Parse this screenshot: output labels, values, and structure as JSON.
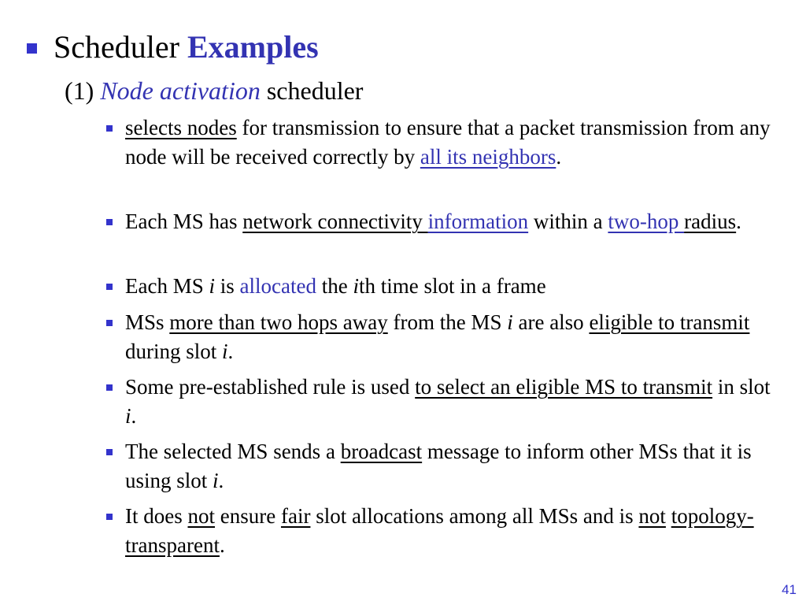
{
  "title": {
    "prefix": "Scheduler ",
    "emphasis": "Examples"
  },
  "subhead": {
    "number": "(1) ",
    "emphasis": "Node activation",
    "suffix": " scheduler"
  },
  "bullets": {
    "b1": {
      "link1": "selects nodes",
      "text1": " for transmission to ensure that a packet transmission from any node will be received correctly by ",
      "link2": "all its neighbors",
      "text2": "."
    },
    "b2": {
      "text1": "Each MS has ",
      "link1": "network connectivity ",
      "link2": "information",
      "text2": " within a ",
      "link3": "two-hop ",
      "link4": "radius",
      "text3": "."
    },
    "b3": {
      "text1": "Each MS ",
      "var": "i",
      "text2": " is ",
      "emphasis": "allocated",
      "text3": " the ",
      "var2": "i",
      "text4": "th time slot in a frame"
    },
    "b4": {
      "text1": "MSs ",
      "link1": "more than two hops away",
      "text2": " from the MS ",
      "var": "i",
      "text3": " are also ",
      "link2": "eligible to transmit",
      "text4": " during slot ",
      "var2": "i",
      "text5": "."
    },
    "b5": {
      "text1": "Some pre-established rule is used ",
      "link1": "to select an eligible MS to transmit",
      "text2": " in slot ",
      "var": "i",
      "text3": "."
    },
    "b6": {
      "text1": "The selected MS sends a ",
      "link1": "broadcast",
      "text2": " message to inform other MSs that it is using slot ",
      "var": "i",
      "text3": "."
    },
    "b7": {
      "text1": "It does ",
      "link1": "not",
      "text2": " ensure ",
      "link2": "fair",
      "text3": " slot allocations among all MSs and is ",
      "link3": "not",
      "text4": " ",
      "link4": "topology-transparent",
      "text5": "."
    }
  },
  "page_number": "41",
  "colors": {
    "accent": "#3333b2",
    "bullet": "#3333cc"
  }
}
